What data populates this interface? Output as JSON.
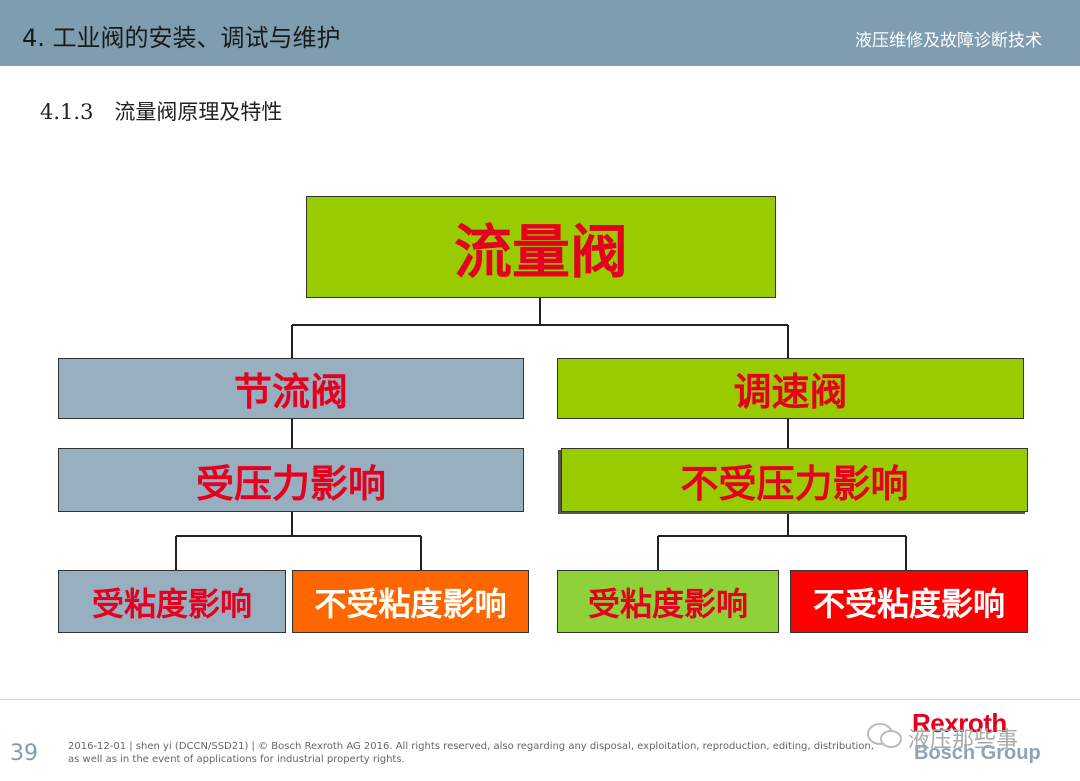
{
  "header": {
    "title": "4. 工业阀的安装、调试与维护",
    "subtitle": "液压维修及故障诊断技术"
  },
  "section_title": "4.1.3　流量阀原理及特性",
  "diagram": {
    "root": "流量阀",
    "left": {
      "name": "节流阀",
      "pressure": "受压力影响",
      "children": [
        "受粘度影响",
        "不受粘度影响"
      ]
    },
    "right": {
      "name": "调速阀",
      "pressure": "不受压力影响",
      "children": [
        "受粘度影响",
        "不受粘度影响"
      ]
    }
  },
  "footer": {
    "page_number": "39",
    "line1": "2016-12-01 | shen yi (DCCN/SSD21) | © Bosch Rexroth AG 2016. All rights reserved, also regarding any disposal, exploitation, reproduction, editing, distribution,",
    "line2": "as well as in the event of applications for industrial property rights.",
    "brand": "Rexroth",
    "group": "Bosch Group",
    "watermark": "液压那些事"
  },
  "colors": {
    "header_bg": "#7f9db0",
    "green": "#99cc00",
    "grey": "#98afc0",
    "orange": "#ff6600",
    "red": "#ff0000",
    "text_red": "#e5001f"
  }
}
